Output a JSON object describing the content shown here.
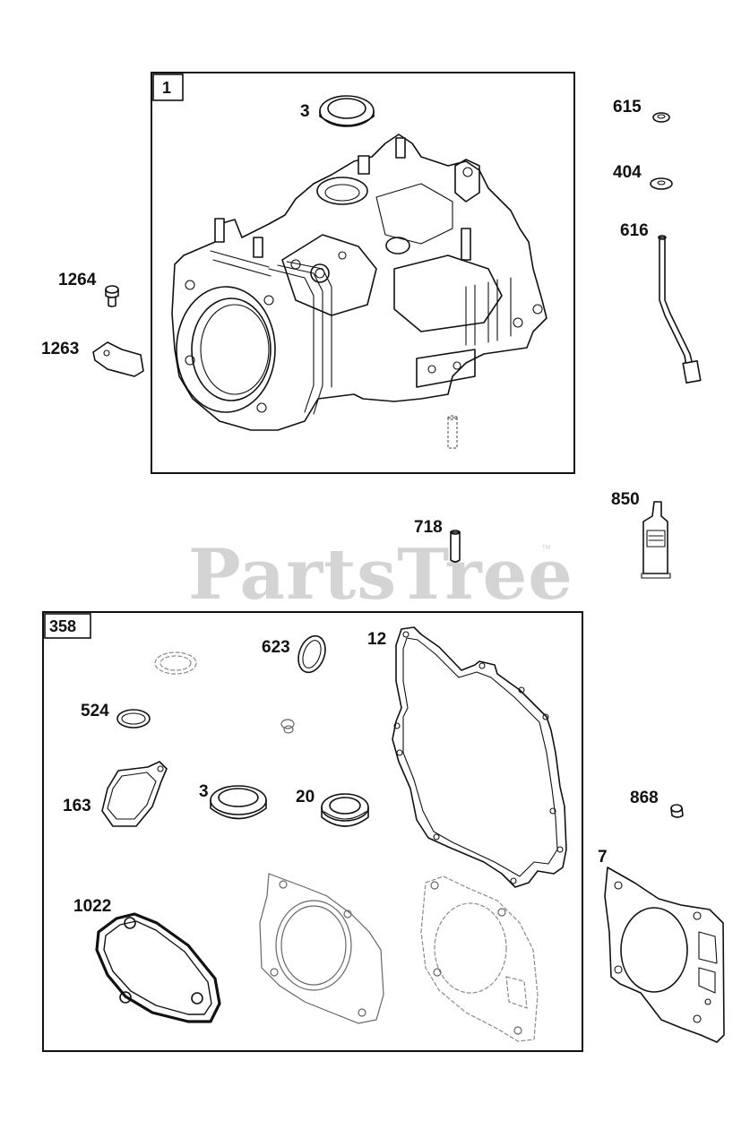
{
  "watermark": {
    "brand": "PartsTree",
    "trademark": "™"
  },
  "groups": [
    {
      "id": "1",
      "label": "1"
    },
    {
      "id": "358",
      "label": "358"
    }
  ],
  "callouts": [
    {
      "id": "c3a",
      "label": "3"
    },
    {
      "id": "c615",
      "label": "615"
    },
    {
      "id": "c404",
      "label": "404"
    },
    {
      "id": "c616",
      "label": "616"
    },
    {
      "id": "c1264",
      "label": "1264"
    },
    {
      "id": "c1263",
      "label": "1263"
    },
    {
      "id": "c850",
      "label": "850"
    },
    {
      "id": "c718",
      "label": "718"
    },
    {
      "id": "c623",
      "label": "623"
    },
    {
      "id": "c12",
      "label": "12"
    },
    {
      "id": "c524",
      "label": "524"
    },
    {
      "id": "c163",
      "label": "163"
    },
    {
      "id": "c3b",
      "label": "3"
    },
    {
      "id": "c20",
      "label": "20"
    },
    {
      "id": "c868",
      "label": "868"
    },
    {
      "id": "c7",
      "label": "7"
    },
    {
      "id": "c1022",
      "label": "1022"
    }
  ]
}
